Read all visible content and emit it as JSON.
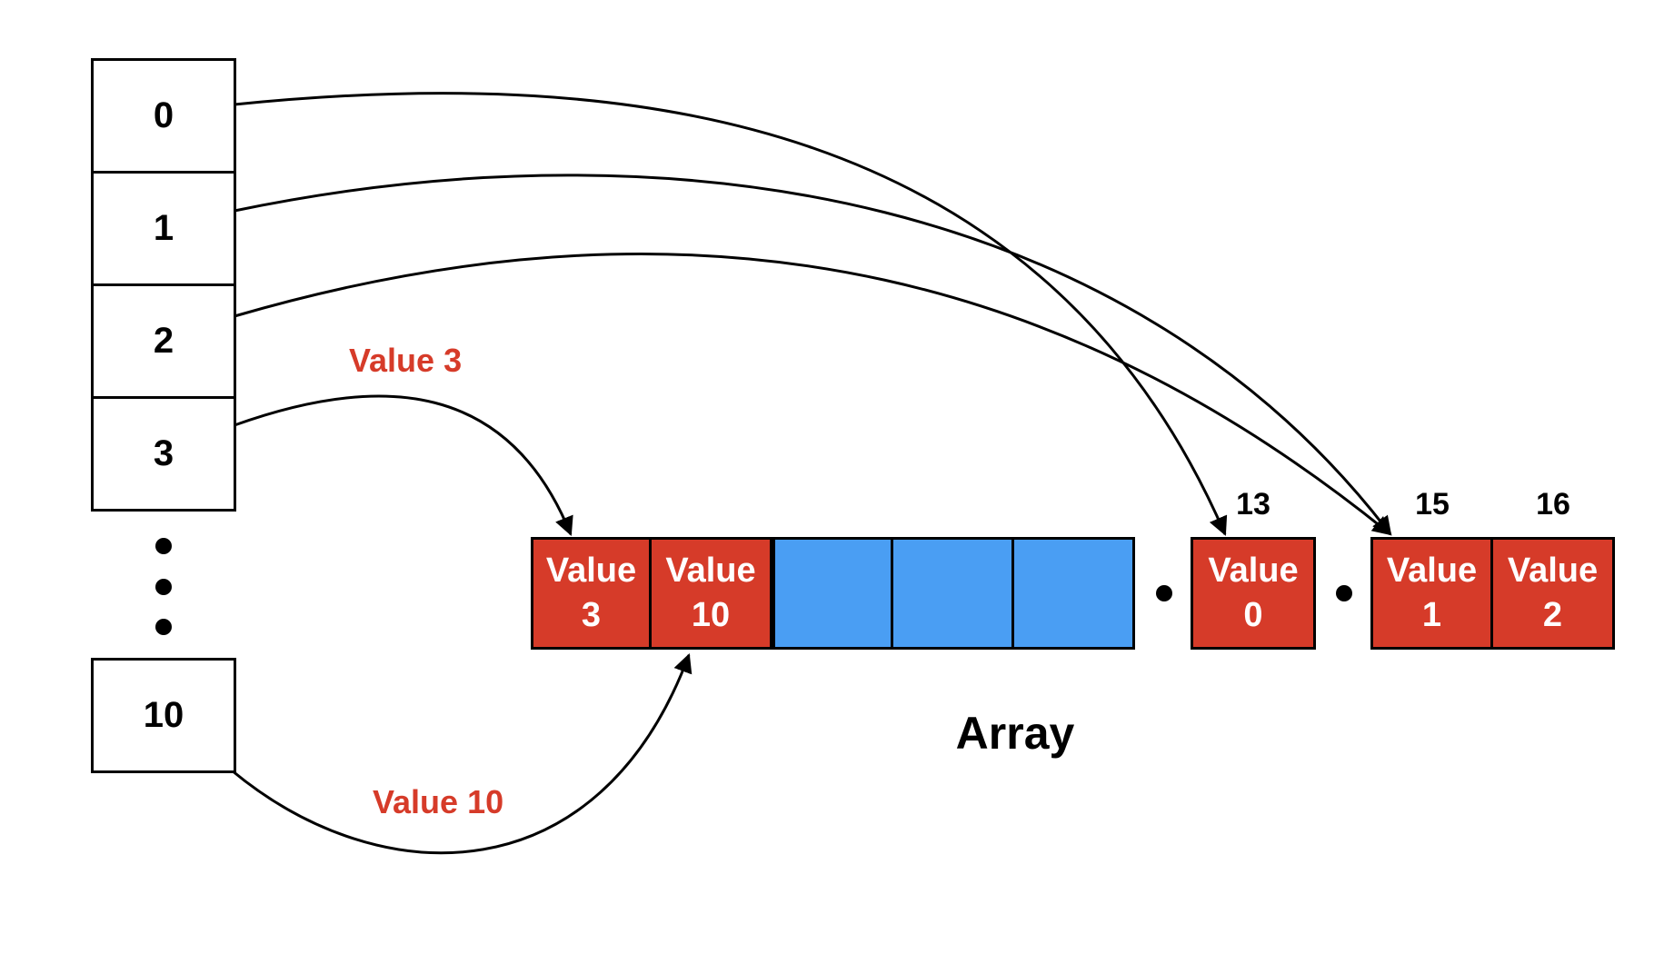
{
  "hash_table": {
    "slots": [
      "0",
      "1",
      "2",
      "3"
    ],
    "last_slot": "10"
  },
  "array": {
    "title": "Array",
    "cells": [
      {
        "text": "Value\n3",
        "color": "#D63B29"
      },
      {
        "text": "Value\n10",
        "color": "#D63B29"
      },
      {
        "text": "",
        "color": "#4A9EF3"
      },
      {
        "text": "",
        "color": "#4A9EF3"
      },
      {
        "text": "",
        "color": "#4A9EF3"
      },
      {
        "text": "Value\n0",
        "color": "#D63B29"
      },
      {
        "text": "Value\n1",
        "color": "#D63B29"
      },
      {
        "text": "Value\n2",
        "color": "#D63B29"
      }
    ],
    "indices": [
      "13",
      "15",
      "16"
    ]
  },
  "edge_labels": {
    "value3": "Value 3",
    "value10": "Value 10"
  },
  "colors": {
    "filled": "#D63B29",
    "empty": "#4A9EF3",
    "label": "#D63B29"
  }
}
